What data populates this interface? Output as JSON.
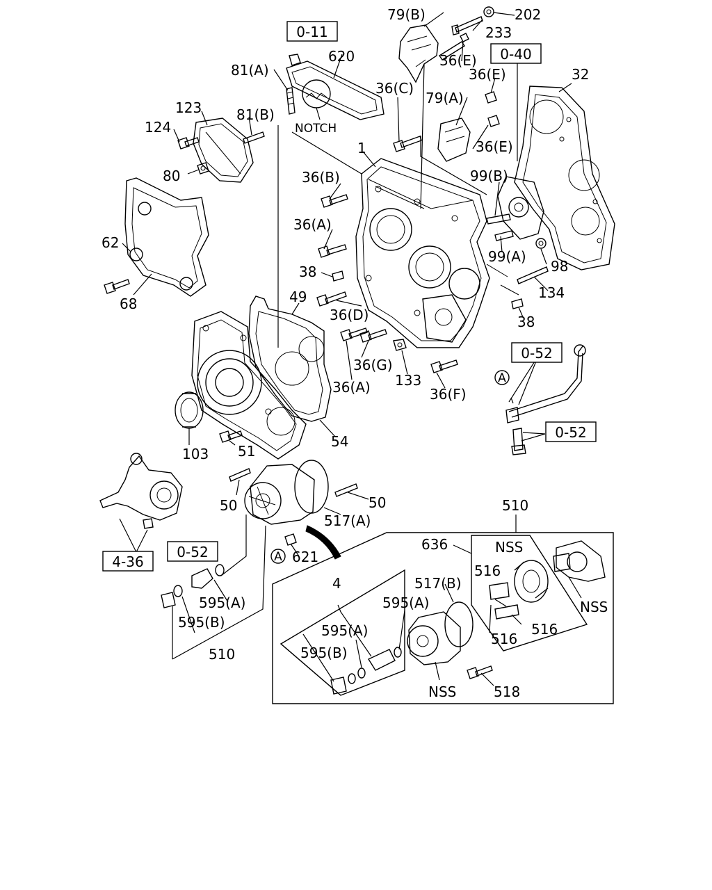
{
  "refs": {
    "r0_11": "0-11",
    "r0_40": "0-40",
    "r0_52_a": "0-52",
    "r0_52_b": "0-52",
    "r0_52_c": "0-52",
    "r4_36": "4-36"
  },
  "notch": "NOTCH",
  "circle_mark": "A",
  "labels": [
    {
      "id": "l79b",
      "text": "79(B)"
    },
    {
      "id": "l202",
      "text": "202"
    },
    {
      "id": "l233",
      "text": "233"
    },
    {
      "id": "l36e1",
      "text": "36(E)"
    },
    {
      "id": "l36e2",
      "text": "36(E)"
    },
    {
      "id": "l36e3",
      "text": "36(E)"
    },
    {
      "id": "l620",
      "text": "620"
    },
    {
      "id": "l81a",
      "text": "81(A)"
    },
    {
      "id": "l36c",
      "text": "36(C)"
    },
    {
      "id": "l79a",
      "text": "79(A)"
    },
    {
      "id": "l32",
      "text": "32"
    },
    {
      "id": "l123",
      "text": "123"
    },
    {
      "id": "l81b",
      "text": "81(B)"
    },
    {
      "id": "l124",
      "text": "124"
    },
    {
      "id": "l80",
      "text": "80"
    },
    {
      "id": "l1",
      "text": "1"
    },
    {
      "id": "l36b",
      "text": "36(B)"
    },
    {
      "id": "l99b",
      "text": "99(B)"
    },
    {
      "id": "l36a1",
      "text": "36(A)"
    },
    {
      "id": "l62",
      "text": "62"
    },
    {
      "id": "l99a",
      "text": "99(A)"
    },
    {
      "id": "l98",
      "text": "98"
    },
    {
      "id": "l38a",
      "text": "38"
    },
    {
      "id": "l134",
      "text": "134"
    },
    {
      "id": "l68",
      "text": "68"
    },
    {
      "id": "l49",
      "text": "49"
    },
    {
      "id": "l36d",
      "text": "36(D)"
    },
    {
      "id": "l38b",
      "text": "38"
    },
    {
      "id": "l36g",
      "text": "36(G)"
    },
    {
      "id": "l133",
      "text": "133"
    },
    {
      "id": "l36a2",
      "text": "36(A)"
    },
    {
      "id": "l36f",
      "text": "36(F)"
    },
    {
      "id": "l103",
      "text": "103"
    },
    {
      "id": "l51",
      "text": "51"
    },
    {
      "id": "l54",
      "text": "54"
    },
    {
      "id": "l50a",
      "text": "50"
    },
    {
      "id": "l50b",
      "text": "50"
    },
    {
      "id": "l517a",
      "text": "517(A)"
    },
    {
      "id": "l510a",
      "text": "510"
    },
    {
      "id": "l621",
      "text": "621"
    },
    {
      "id": "l636",
      "text": "636"
    },
    {
      "id": "lnss1",
      "text": "NSS"
    },
    {
      "id": "l516a",
      "text": "516"
    },
    {
      "id": "l4",
      "text": "4"
    },
    {
      "id": "l517b",
      "text": "517(B)"
    },
    {
      "id": "l595a1",
      "text": "595(A)"
    },
    {
      "id": "l595b1",
      "text": "595(B)"
    },
    {
      "id": "l510b",
      "text": "510"
    },
    {
      "id": "l595a2",
      "text": "595(A)"
    },
    {
      "id": "l595a3",
      "text": "595(A)"
    },
    {
      "id": "l595b2",
      "text": "595(B)"
    },
    {
      "id": "l516b",
      "text": "516"
    },
    {
      "id": "l516c",
      "text": "516"
    },
    {
      "id": "lnss2",
      "text": "NSS"
    },
    {
      "id": "lnss3",
      "text": "NSS"
    },
    {
      "id": "l518",
      "text": "518"
    }
  ]
}
